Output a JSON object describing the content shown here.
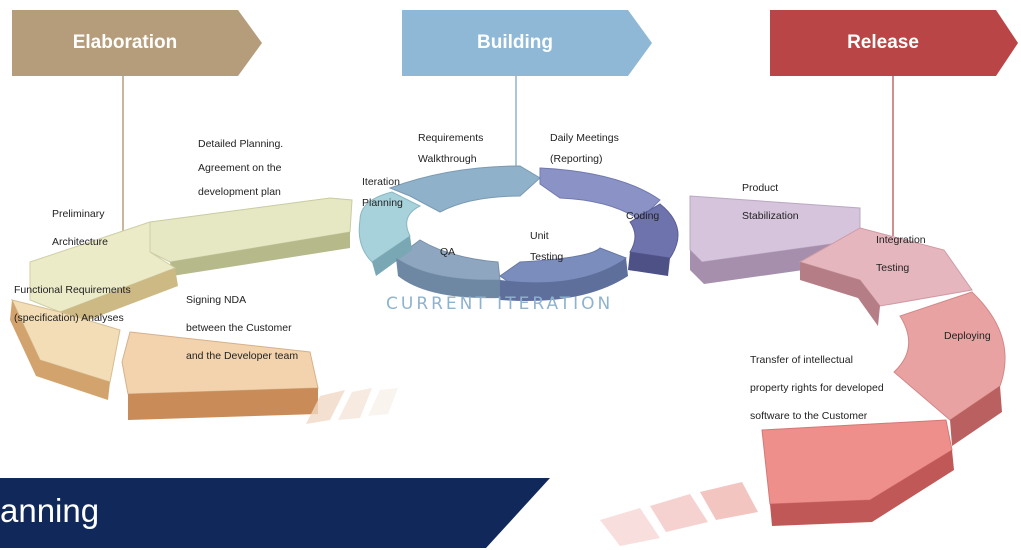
{
  "phases": {
    "elaboration": {
      "label": "Elaboration",
      "color": "#b59d7c"
    },
    "building": {
      "label": "Building",
      "color": "#8fb8d6"
    },
    "release": {
      "label": "Release",
      "color": "#b94547"
    }
  },
  "elaboration_steps": {
    "detailed_planning": [
      "Detailed Planning.",
      "Agreement on the",
      "development plan"
    ],
    "preliminary_architecture": [
      "Preliminary",
      "Architecture"
    ],
    "functional_requirements": [
      "Functional Requirements",
      "(specification) Analyses"
    ],
    "signing_nda": [
      "Signing NDA",
      "between the Customer",
      "and the Developer team"
    ]
  },
  "iteration_steps": {
    "requirements_walkthrough": [
      "Requirements",
      "Walkthrough"
    ],
    "daily_meetings": [
      "Daily Meetings",
      "(Reporting)"
    ],
    "iteration_planning": [
      "Iteration",
      "Planning"
    ],
    "coding": "Coding",
    "unit_testing": [
      "Unit",
      "Testing"
    ],
    "qa": "QA",
    "cycle_label": "CURRENT ITERATION"
  },
  "release_steps": {
    "product_stabilization": [
      "Product",
      "Stabilization"
    ],
    "integration_testing": [
      "Integration",
      "Testing"
    ],
    "deploying": "Deploying",
    "transfer_ip": [
      "Transfer of intellectual",
      "property rights for developed",
      "software to the Customer"
    ]
  },
  "banner": {
    "text": "anning",
    "color": "#10295a"
  }
}
